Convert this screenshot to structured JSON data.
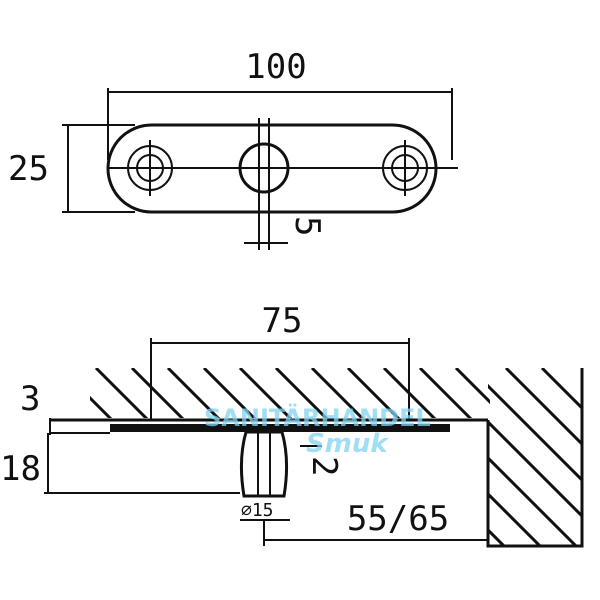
{
  "dimensions": {
    "top_width": "100",
    "top_height": "25",
    "slot_width": "5",
    "mid_width": "75",
    "plate_thickness": "3",
    "section_height": "18",
    "side_offset": "2",
    "pin_diameter": "⌀15",
    "clearance": "55/65"
  },
  "watermark": {
    "line1": "SANITÄRHANDEL",
    "line2": "Smuk",
    "color": "#7fd3f0"
  }
}
